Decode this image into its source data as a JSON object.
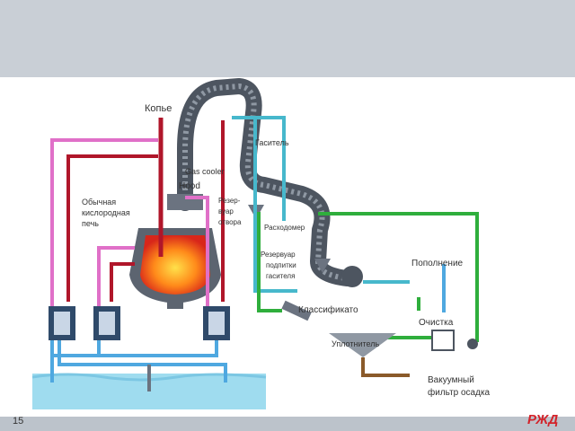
{
  "slide": {
    "number": "15",
    "logo_text": "РЖД"
  },
  "labels": {
    "lance": "Копье",
    "quencher": "Гаситель",
    "gas_cooler": "Gas cooler",
    "hood": "Hood",
    "furnace_1": "Обычная",
    "furnace_2": "кислородная",
    "furnace_3": "печь",
    "reservoir_1": "Резер-",
    "reservoir_2": "вуар",
    "reservoir_3": "отвора",
    "flow_meter": "Расходомер",
    "makeup_tank_1": "Резервуар",
    "makeup_tank_2": "подпитки",
    "makeup_tank_3": "гасителя",
    "replenishment": "Пополнение",
    "classifier": "Классификато",
    "purification": "Очистка",
    "thickener": "Уплотнитель",
    "vacuum_filter_1": "Вакуумный",
    "vacuum_filter_2": "фильтр осадка"
  },
  "colors": {
    "header_band": "#c9cfd6",
    "pipe_gray": "#4d5560",
    "pink": "#e070c8",
    "red": "#b0162a",
    "blue": "#4fa8e0",
    "cyan": "#47b8cc",
    "green": "#2fae3c",
    "brown": "#8a5a2a",
    "water": "#9fdcef",
    "logo": "#d3232a"
  }
}
